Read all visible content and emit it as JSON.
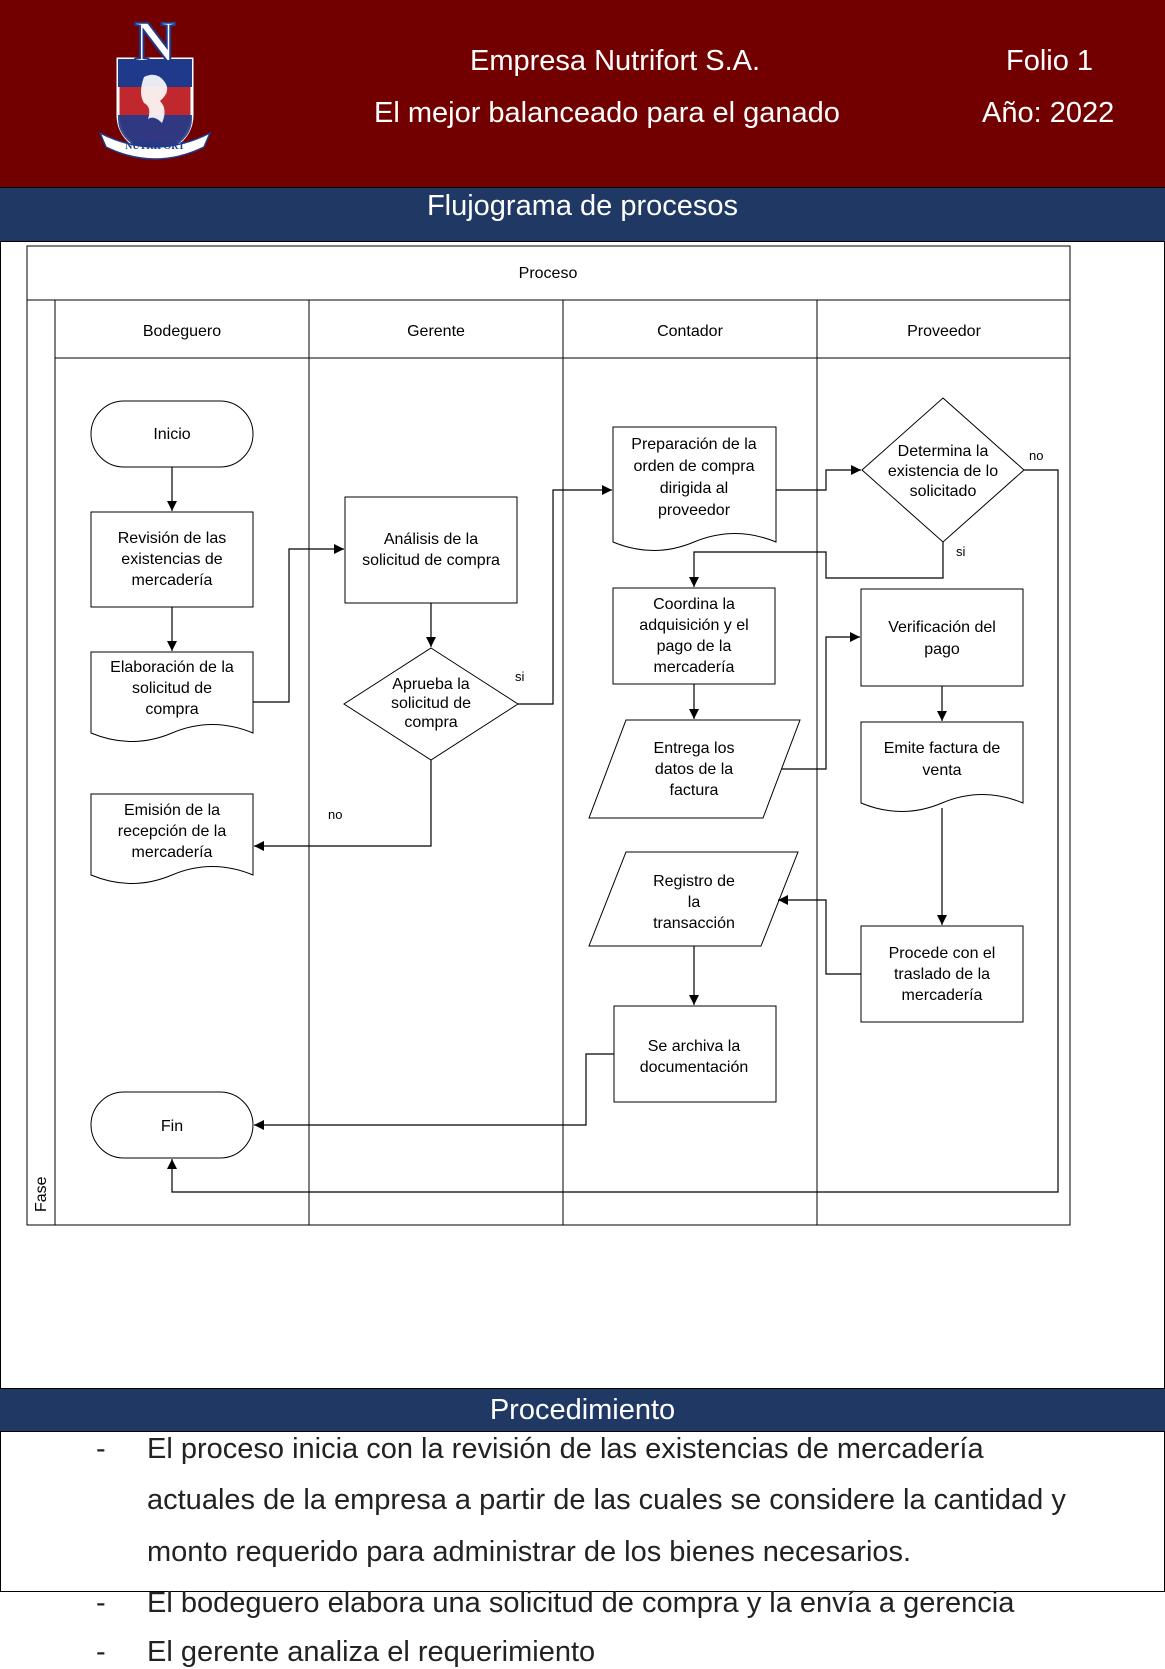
{
  "header": {
    "company": "Empresa Nutrifort S.A.",
    "slogan": "El mejor balanceado para el ganado",
    "folio": "Folio 1",
    "year": "Año: 2022",
    "logo_letter": "N",
    "logo_ribbon": "NUTRIFORT",
    "bg_color": "#730000"
  },
  "flowchart_band": "Flujograma de procesos",
  "diagram": {
    "process_label": "Proceso",
    "phase_label": "Fase",
    "lanes": [
      "Bodeguero",
      "Gerente",
      "Contador",
      "Proveedor"
    ],
    "nodes": {
      "inicio": [
        "Inicio"
      ],
      "revision": [
        "Revisión de las",
        "existencias de",
        "mercadería"
      ],
      "elaboracion": [
        "Elaboración de la",
        "solicitud de",
        "compra"
      ],
      "emision": [
        "Emisión de la",
        "recepción de la",
        "mercadería"
      ],
      "fin": [
        "Fin"
      ],
      "analisis": [
        "Análisis de la",
        "solicitud de compra"
      ],
      "aprueba": [
        "Aprueba la",
        "solicitud de",
        "compra"
      ],
      "preparacion": [
        "Preparación de la",
        "orden de compra",
        "dirigida al",
        "proveedor"
      ],
      "coordina": [
        "Coordina la",
        "adquisición y el",
        "pago de la",
        "mercadería"
      ],
      "entrega": [
        "Entrega los",
        "datos de la",
        "factura"
      ],
      "registro": [
        "Registro de",
        "la",
        "transacción"
      ],
      "archiva": [
        "Se archiva la",
        "documentación"
      ],
      "determina": [
        "Determina la",
        "existencia de lo",
        "solicitado"
      ],
      "verificacion": [
        "Verificación del",
        "pago"
      ],
      "emite": [
        "Emite factura de",
        "venta"
      ],
      "procede": [
        "Procede con el",
        "traslado de la",
        "mercadería"
      ]
    },
    "edge_labels": {
      "aprueba_si": "si",
      "aprueba_no": "no",
      "determina_no": "no",
      "determina_si": "si"
    }
  },
  "procedure_band": "Procedimiento",
  "procedure_lines": [
    {
      "dash": "-",
      "text": "El proceso inicia con la revisión de las existencias de mercadería"
    },
    {
      "dash": "",
      "text": "actuales de la empresa a partir de las cuales se considere la cantidad y"
    },
    {
      "dash": "",
      "text": "monto requerido para administrar de los bienes necesarios."
    },
    {
      "dash": "-",
      "text": "El bodeguero elabora una solicitud de compra y la envía a gerencia"
    },
    {
      "dash": "-",
      "text": "El gerente analiza el requerimiento"
    }
  ],
  "colors": {
    "header_red": "#730000",
    "band_blue": "#1f3864",
    "logo_blue": "#1f3a8a",
    "logo_red": "#c0282d"
  }
}
